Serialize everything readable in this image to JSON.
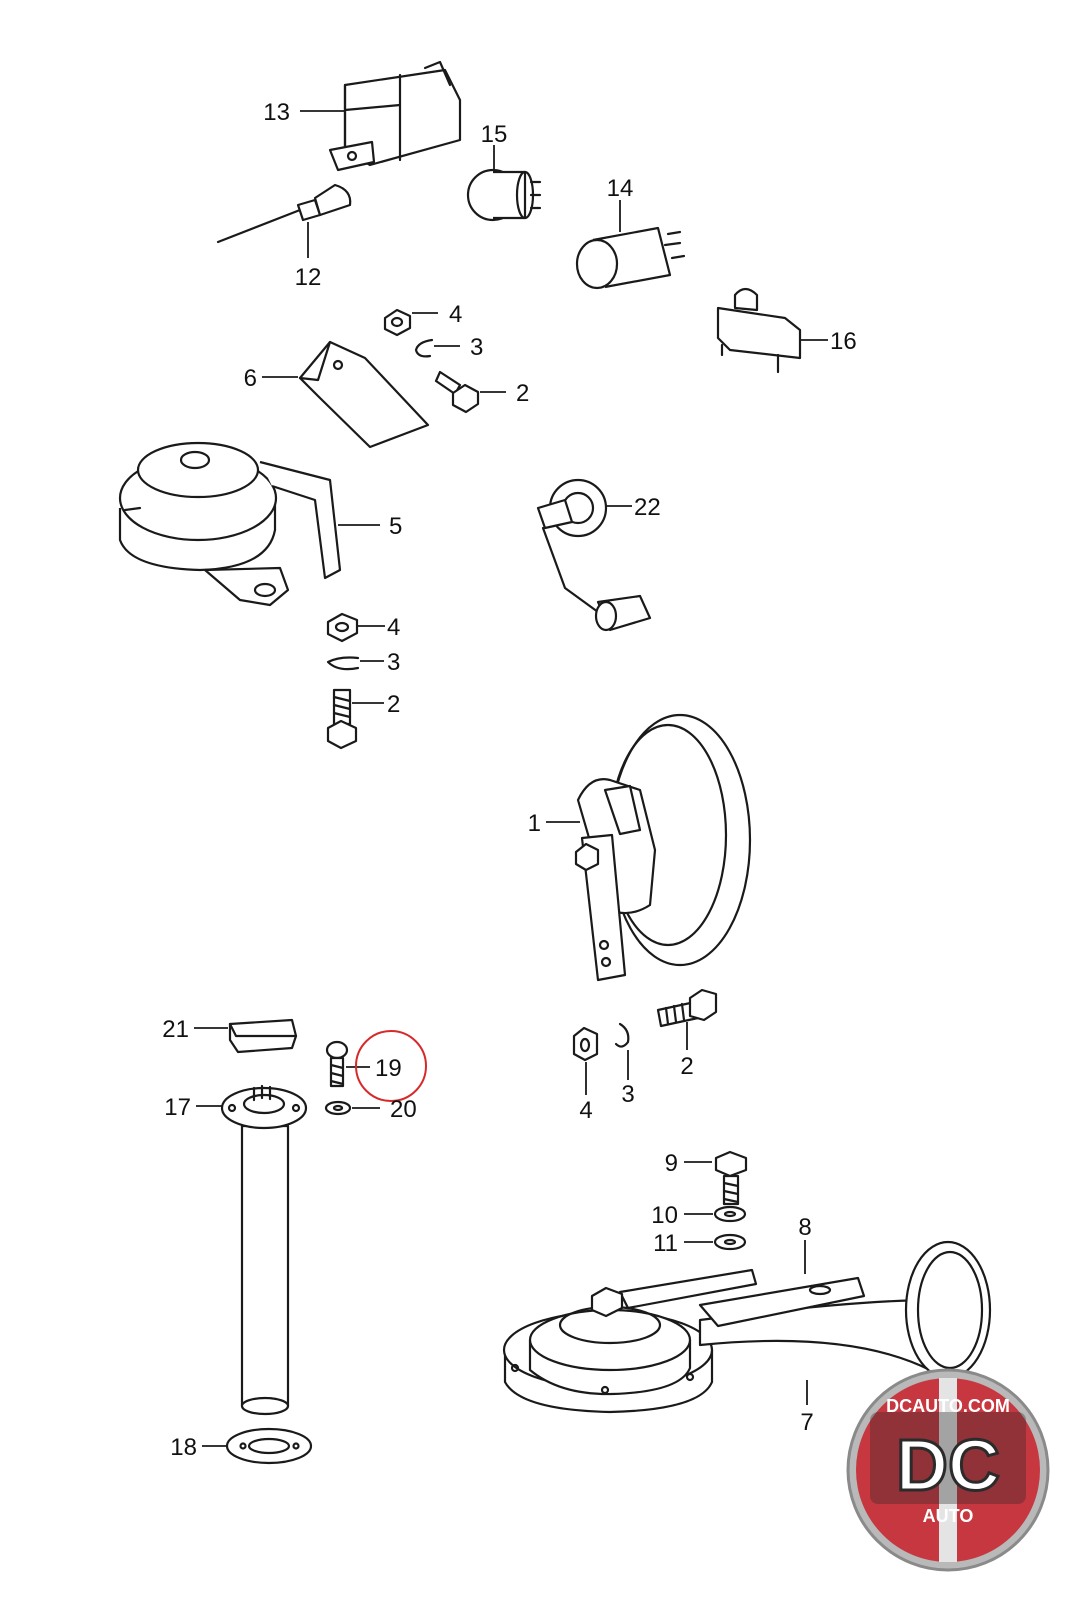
{
  "callouts": {
    "c13": "13",
    "c15": "15",
    "c14": "14",
    "c12": "12",
    "c16": "16",
    "c4a": "4",
    "c3a": "3",
    "c2a": "2",
    "c6": "6",
    "c5": "5",
    "c22": "22",
    "c4b": "4",
    "c3b": "3",
    "c2b": "2",
    "c1": "1",
    "c21": "21",
    "c19": "19",
    "c17": "17",
    "c20": "20",
    "c2c": "2",
    "c4c": "4",
    "c3c": "3",
    "c9": "9",
    "c10": "10",
    "c11": "11",
    "c8": "8",
    "c7": "7",
    "c18": "18"
  },
  "highlighted_callout": "19",
  "logo": {
    "site": "DCAUTO.COM",
    "mark": "DC",
    "word": "AUTO",
    "colors": {
      "red": "#c8202a",
      "dark": "#2b2b2b",
      "steel": "#b9b9b9"
    }
  }
}
